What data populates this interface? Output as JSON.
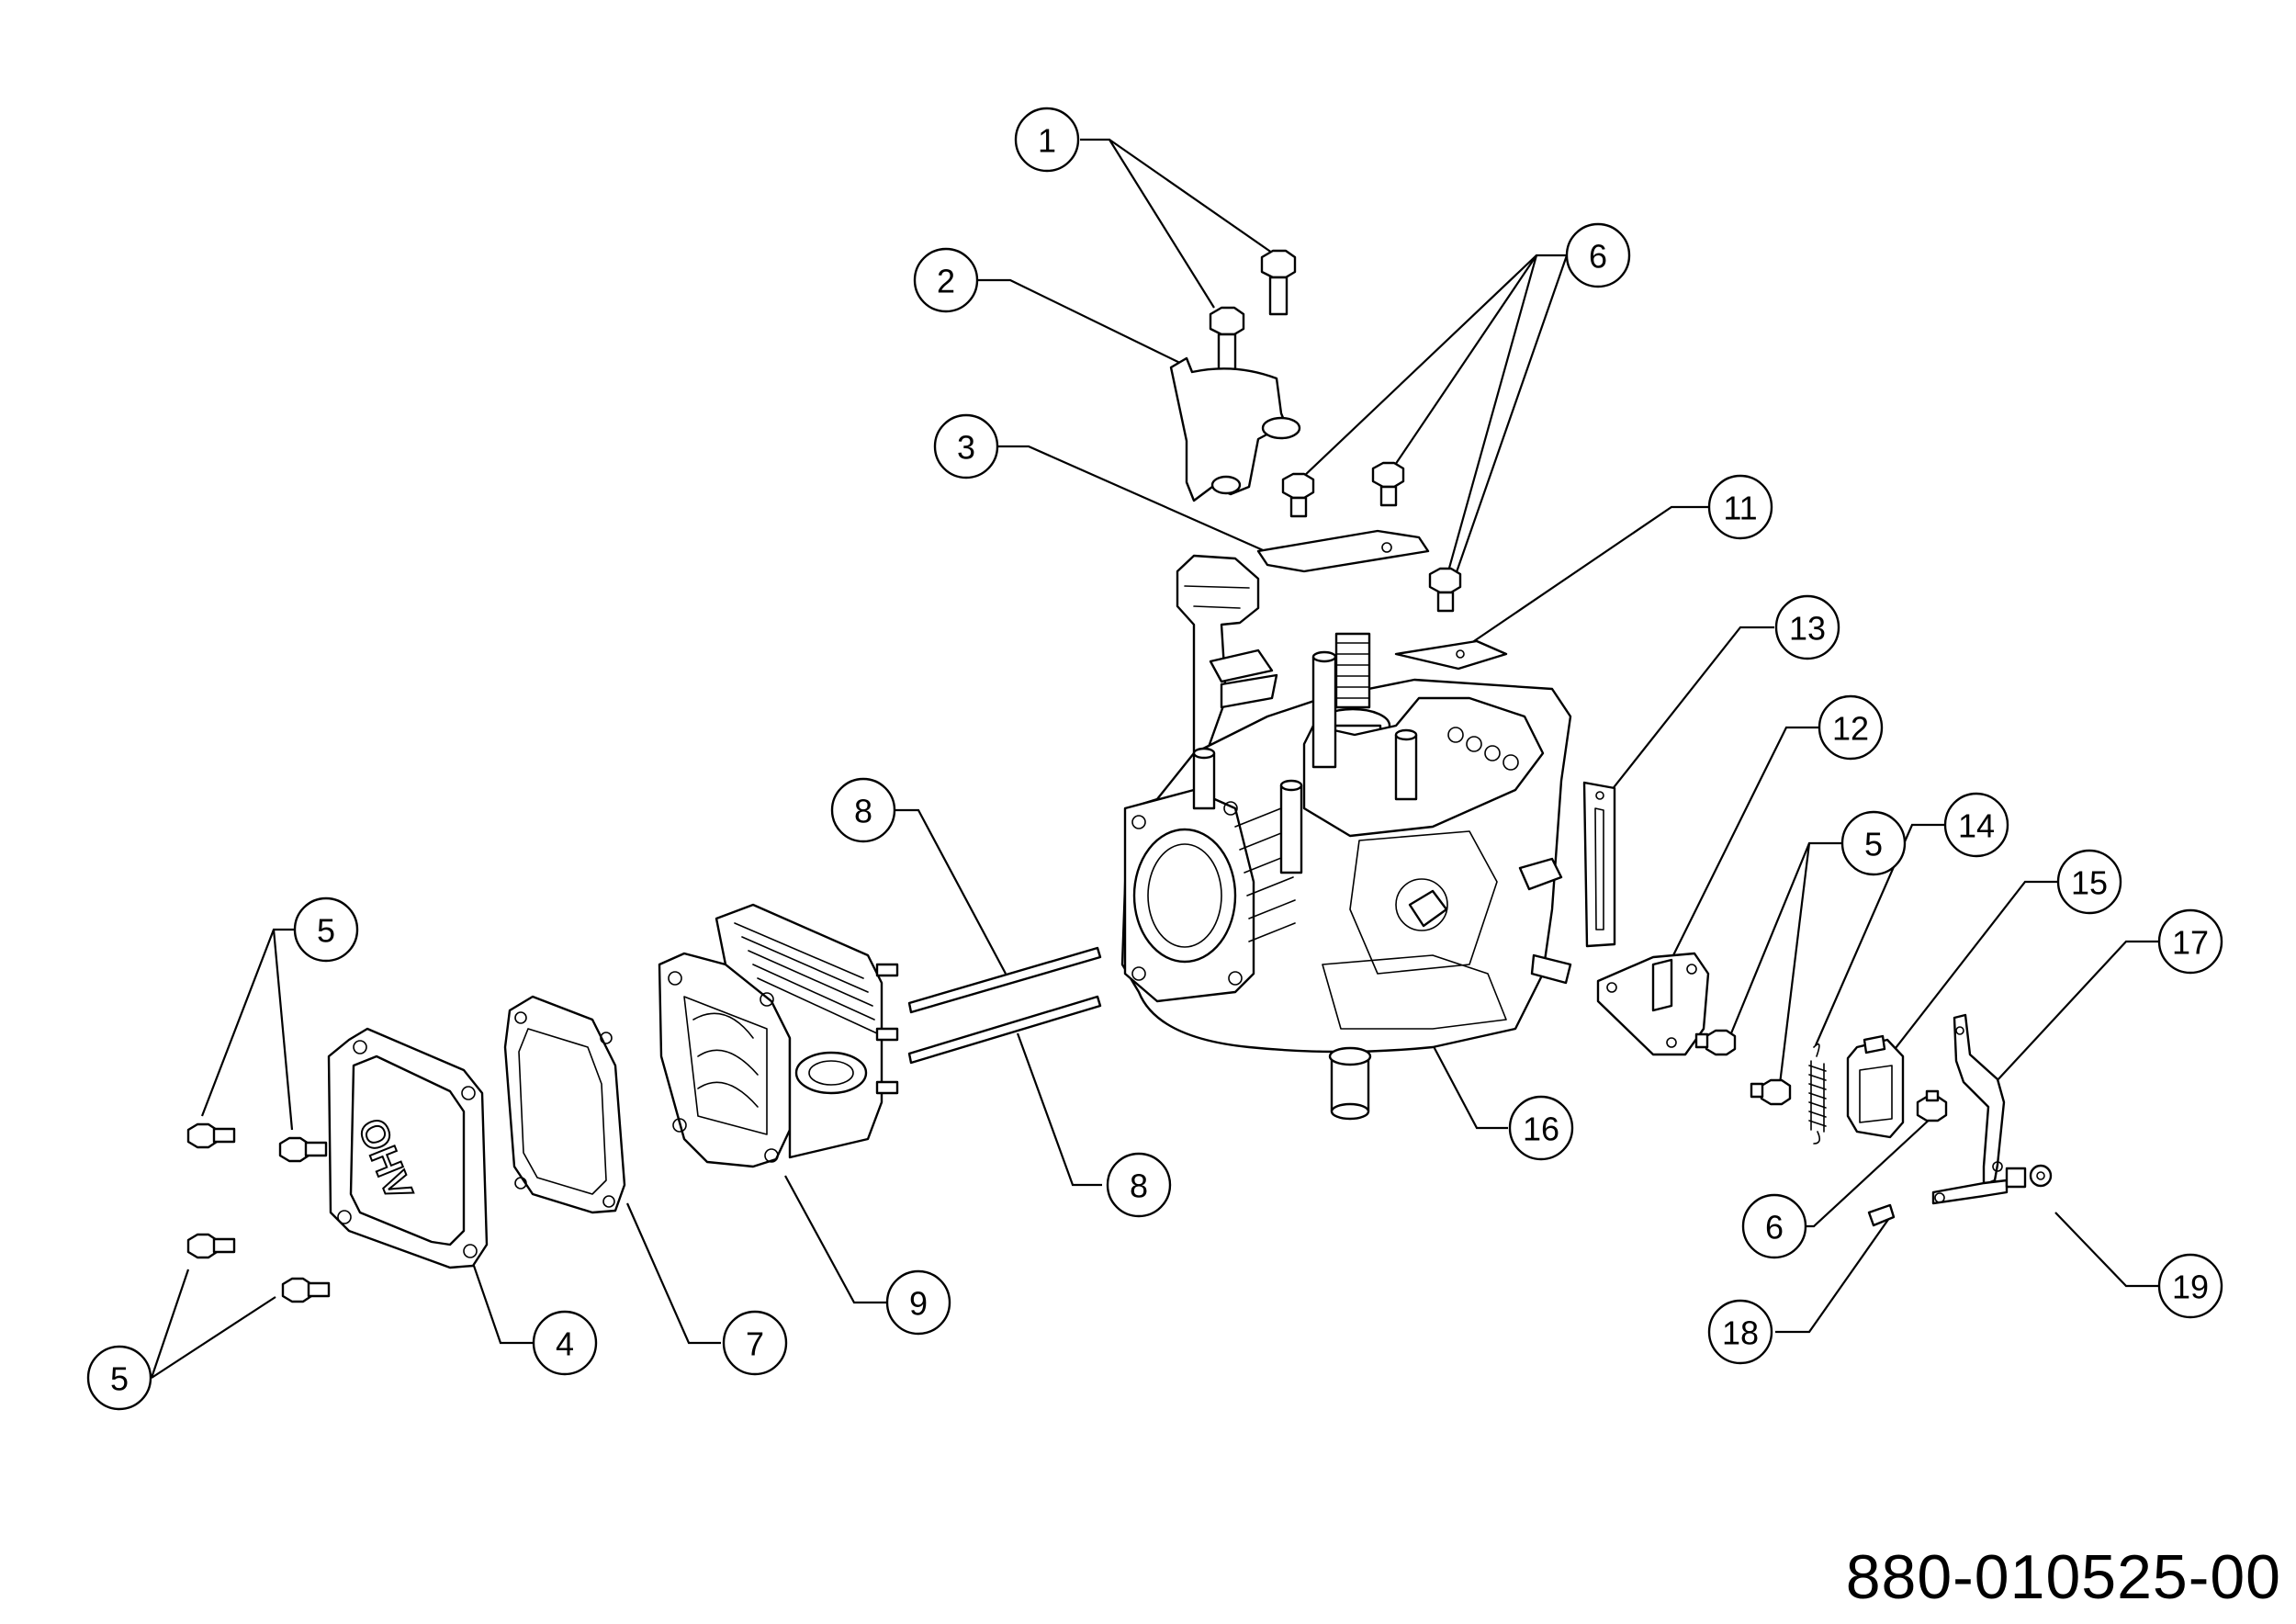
{
  "diagram": {
    "drawing_number": "880-010525-00",
    "valve_cover_lettering": "OHV",
    "callouts": [
      {
        "id": "c1",
        "label": "1"
      },
      {
        "id": "c2",
        "label": "2"
      },
      {
        "id": "c3",
        "label": "3"
      },
      {
        "id": "c6a",
        "label": "6"
      },
      {
        "id": "c11",
        "label": "11"
      },
      {
        "id": "c13",
        "label": "13"
      },
      {
        "id": "c12",
        "label": "12"
      },
      {
        "id": "c8a",
        "label": "8"
      },
      {
        "id": "c5a",
        "label": "5"
      },
      {
        "id": "c5b",
        "label": "5"
      },
      {
        "id": "c14",
        "label": "14"
      },
      {
        "id": "c15",
        "label": "15"
      },
      {
        "id": "c17",
        "label": "17"
      },
      {
        "id": "c8b",
        "label": "8"
      },
      {
        "id": "c16",
        "label": "16"
      },
      {
        "id": "c6b",
        "label": "6"
      },
      {
        "id": "c19",
        "label": "19"
      },
      {
        "id": "c9",
        "label": "9"
      },
      {
        "id": "c18",
        "label": "18"
      },
      {
        "id": "c4",
        "label": "4"
      },
      {
        "id": "c7",
        "label": "7"
      },
      {
        "id": "c5c",
        "label": "5"
      }
    ]
  }
}
